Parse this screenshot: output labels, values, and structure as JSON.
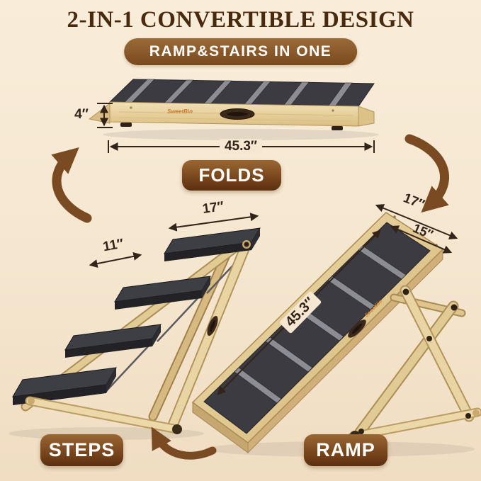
{
  "title": "2-IN-1 CONVERTIBLE DESIGN",
  "subtitle": "RAMP&STAIRS IN ONE",
  "brand": "SweetBin",
  "folded_view": {
    "badge": "FOLDS",
    "height": "4″",
    "length": "45.3″"
  },
  "steps_view": {
    "badge": "STEPS",
    "top_width": "17″",
    "step_depth": "11″"
  },
  "ramp_view": {
    "badge": "RAMP",
    "outer_width": "17″",
    "surface_width": "15″",
    "length": "45.3″"
  },
  "colors": {
    "background": "#f6e7d2",
    "title_text": "#4a2a0e",
    "badge_brown_light": "#9a6733",
    "badge_brown_dark": "#5a3010",
    "arrow_brown": "#7a4a22",
    "dimension_text": "#33241a",
    "wood": "#e9d5a4",
    "carpet": "#3b3b41",
    "badge_text": "#ffffff"
  }
}
